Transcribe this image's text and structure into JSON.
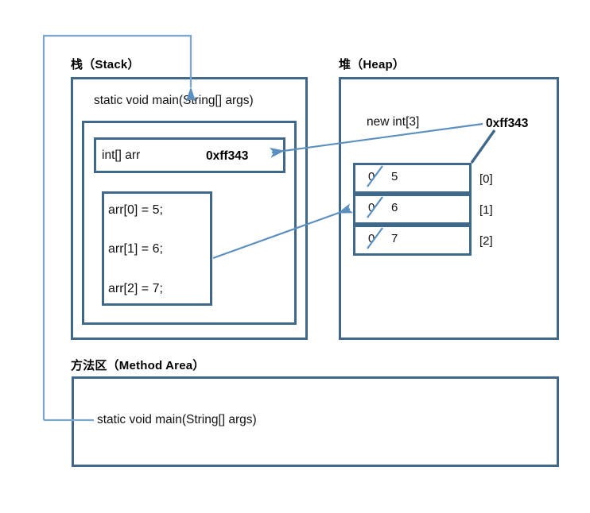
{
  "diagram": {
    "title_stack": "栈（Stack）",
    "title_heap": "堆（Heap）",
    "title_method_area": "方法区（Method Area）",
    "colors": {
      "box_border": "#40688a",
      "connector_light": "#7ba7ce",
      "connector_dark": "#4a7fab",
      "background": "#ffffff"
    }
  },
  "stack": {
    "frame_label": "static void main(String[] args)",
    "variable": {
      "type_name": "int[] arr",
      "value": "0xff343"
    },
    "code_lines": [
      "arr[0] = 5;",
      "arr[1] = 6;",
      "arr[2] = 7;"
    ]
  },
  "heap": {
    "allocation_label": "new int[3]",
    "address_label": "0xff343",
    "array_cells": [
      {
        "old_value": "0",
        "new_value": "5",
        "index_label": "[0]"
      },
      {
        "old_value": "0",
        "new_value": "6",
        "index_label": "[1]"
      },
      {
        "old_value": "0",
        "new_value": "7",
        "index_label": "[2]"
      }
    ]
  },
  "method_area": {
    "entry_label": "static void main(String[] args)"
  }
}
